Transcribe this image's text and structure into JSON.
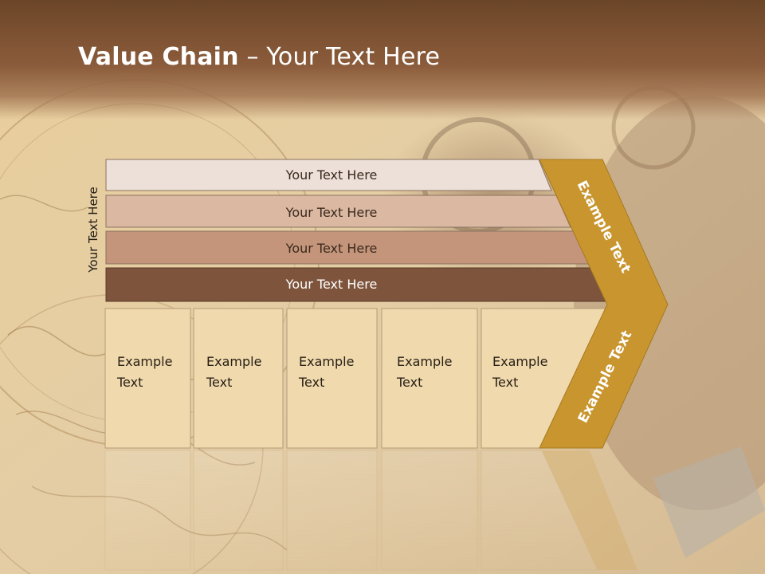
{
  "title": {
    "bold": "Value Chain",
    "rest": " – Your Text Here"
  },
  "side_label": "Your Text Here",
  "rows": [
    {
      "label": "Your Text Here",
      "color": "#ece0d8"
    },
    {
      "label": "Your Text Here",
      "color": "#dbb8a2"
    },
    {
      "label": "Your Text Here",
      "color": "#c4957a"
    },
    {
      "label": "Your Text Here",
      "color": "#7e553c"
    }
  ],
  "boxes": [
    {
      "line1": "Example",
      "line2": "Text"
    },
    {
      "line1": "Example",
      "line2": "Text"
    },
    {
      "line1": "Example",
      "line2": "Text"
    },
    {
      "line1": "Example",
      "line2": "Text"
    },
    {
      "line1": "Example",
      "line2": "Text"
    }
  ],
  "chevron": {
    "upper": "Example Text",
    "lower": "Example Text",
    "color": "#c9952e"
  },
  "colors": {
    "header": "#7a5134",
    "box_fill": "#efd9ad",
    "title_text": "#ffffff"
  }
}
